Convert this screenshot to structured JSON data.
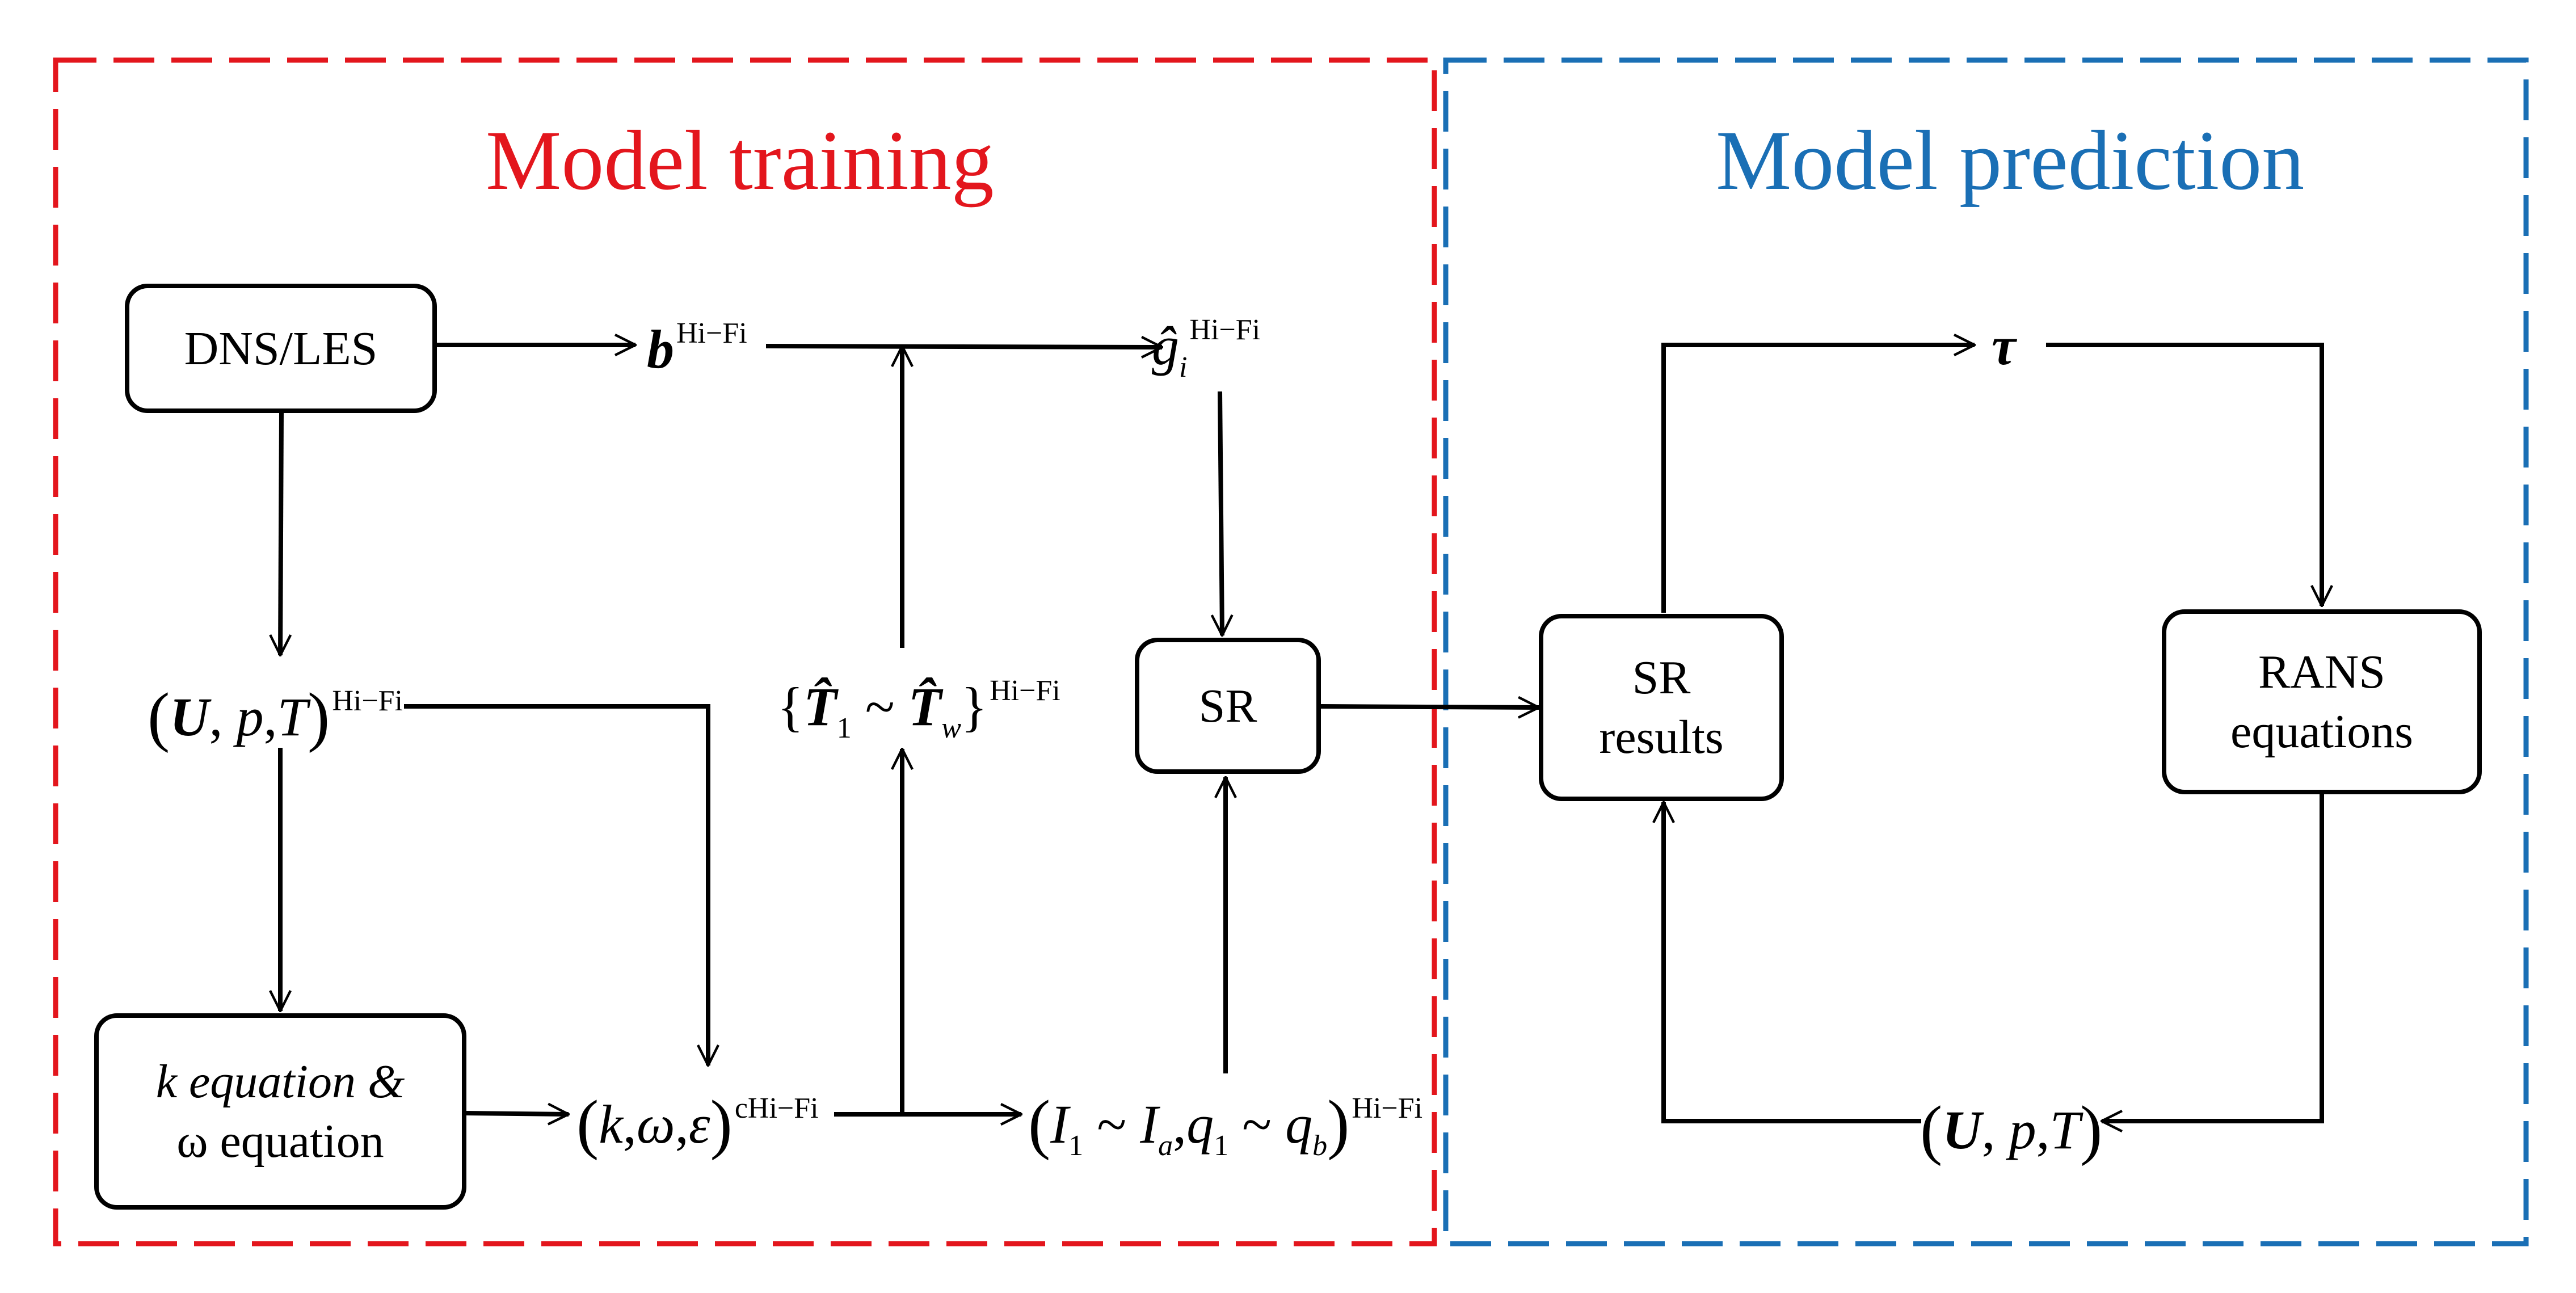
{
  "colors": {
    "training": "#e3161d",
    "prediction": "#1a6fb5",
    "line": "#000000"
  },
  "panels": {
    "training_title": "Model training",
    "prediction_title": "Model prediction"
  },
  "boxes": {
    "dns_les": "DNS/LES",
    "k_eq_line1": "k equation &",
    "k_eq_line2": "ω equation",
    "sr": "SR",
    "sr_results_line1": "SR",
    "sr_results_line2": "results",
    "rans_line1": "RANS",
    "rans_line2": "equations"
  },
  "labels": {
    "hifi": "Hi−Fi",
    "chifi": "cHi−Fi",
    "b": "b",
    "g": "ĝ",
    "g_sub": "i",
    "U": "U",
    "p": "p",
    "T": "T",
    "T1": "T̂",
    "T1_sub": "1",
    "Tw": "T̂",
    "Tw_sub": "w",
    "tilde": "~",
    "k": "k",
    "omega": "ω",
    "eps": "ε",
    "I": "I",
    "I1_sub": "1",
    "Ia_sub": "a",
    "q": "q",
    "q1_sub": "1",
    "qb_sub": "b",
    "tau": "τ"
  }
}
